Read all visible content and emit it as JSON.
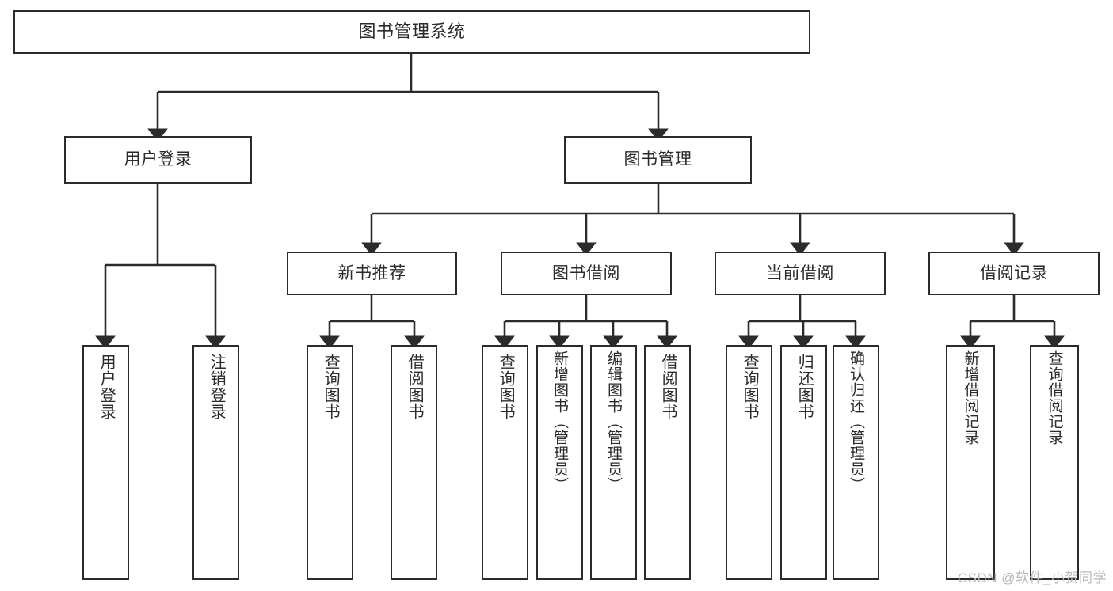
{
  "diagram": {
    "title": "图书管理系统",
    "type": "tree-hierarchy",
    "watermark": "CSDN @软件_小贺同学",
    "colors": {
      "box_border": "#2b2b2b",
      "box_fill": "#ffffff",
      "edge": "#2b2b2b",
      "text": "#2b2b2b",
      "background": "#ffffff",
      "watermark": "#b9b9b9"
    },
    "levels": {
      "root": {
        "label": "图书管理系统"
      },
      "level1": [
        {
          "label": "用户登录"
        },
        {
          "label": "图书管理"
        }
      ],
      "level2": [
        {
          "label": "新书推荐"
        },
        {
          "label": "图书借阅"
        },
        {
          "label": "当前借阅"
        },
        {
          "label": "借阅记录"
        }
      ],
      "leaves": {
        "user_login": [
          {
            "label": "用户登录"
          },
          {
            "label": "注销登录"
          }
        ],
        "new_book_recommend": [
          {
            "label": "查询图书"
          },
          {
            "label": "借阅图书"
          }
        ],
        "book_borrow": [
          {
            "label": "查询图书"
          },
          {
            "label": "新增图书（管理员）"
          },
          {
            "label": "编辑图书（管理员）"
          },
          {
            "label": "借阅图书"
          }
        ],
        "current_borrow": [
          {
            "label": "查询图书"
          },
          {
            "label": "归还图书"
          },
          {
            "label": "确认归还（管理员）"
          }
        ],
        "borrow_record": [
          {
            "label": "新增借阅记录"
          },
          {
            "label": "查询借阅记录"
          }
        ]
      }
    }
  }
}
